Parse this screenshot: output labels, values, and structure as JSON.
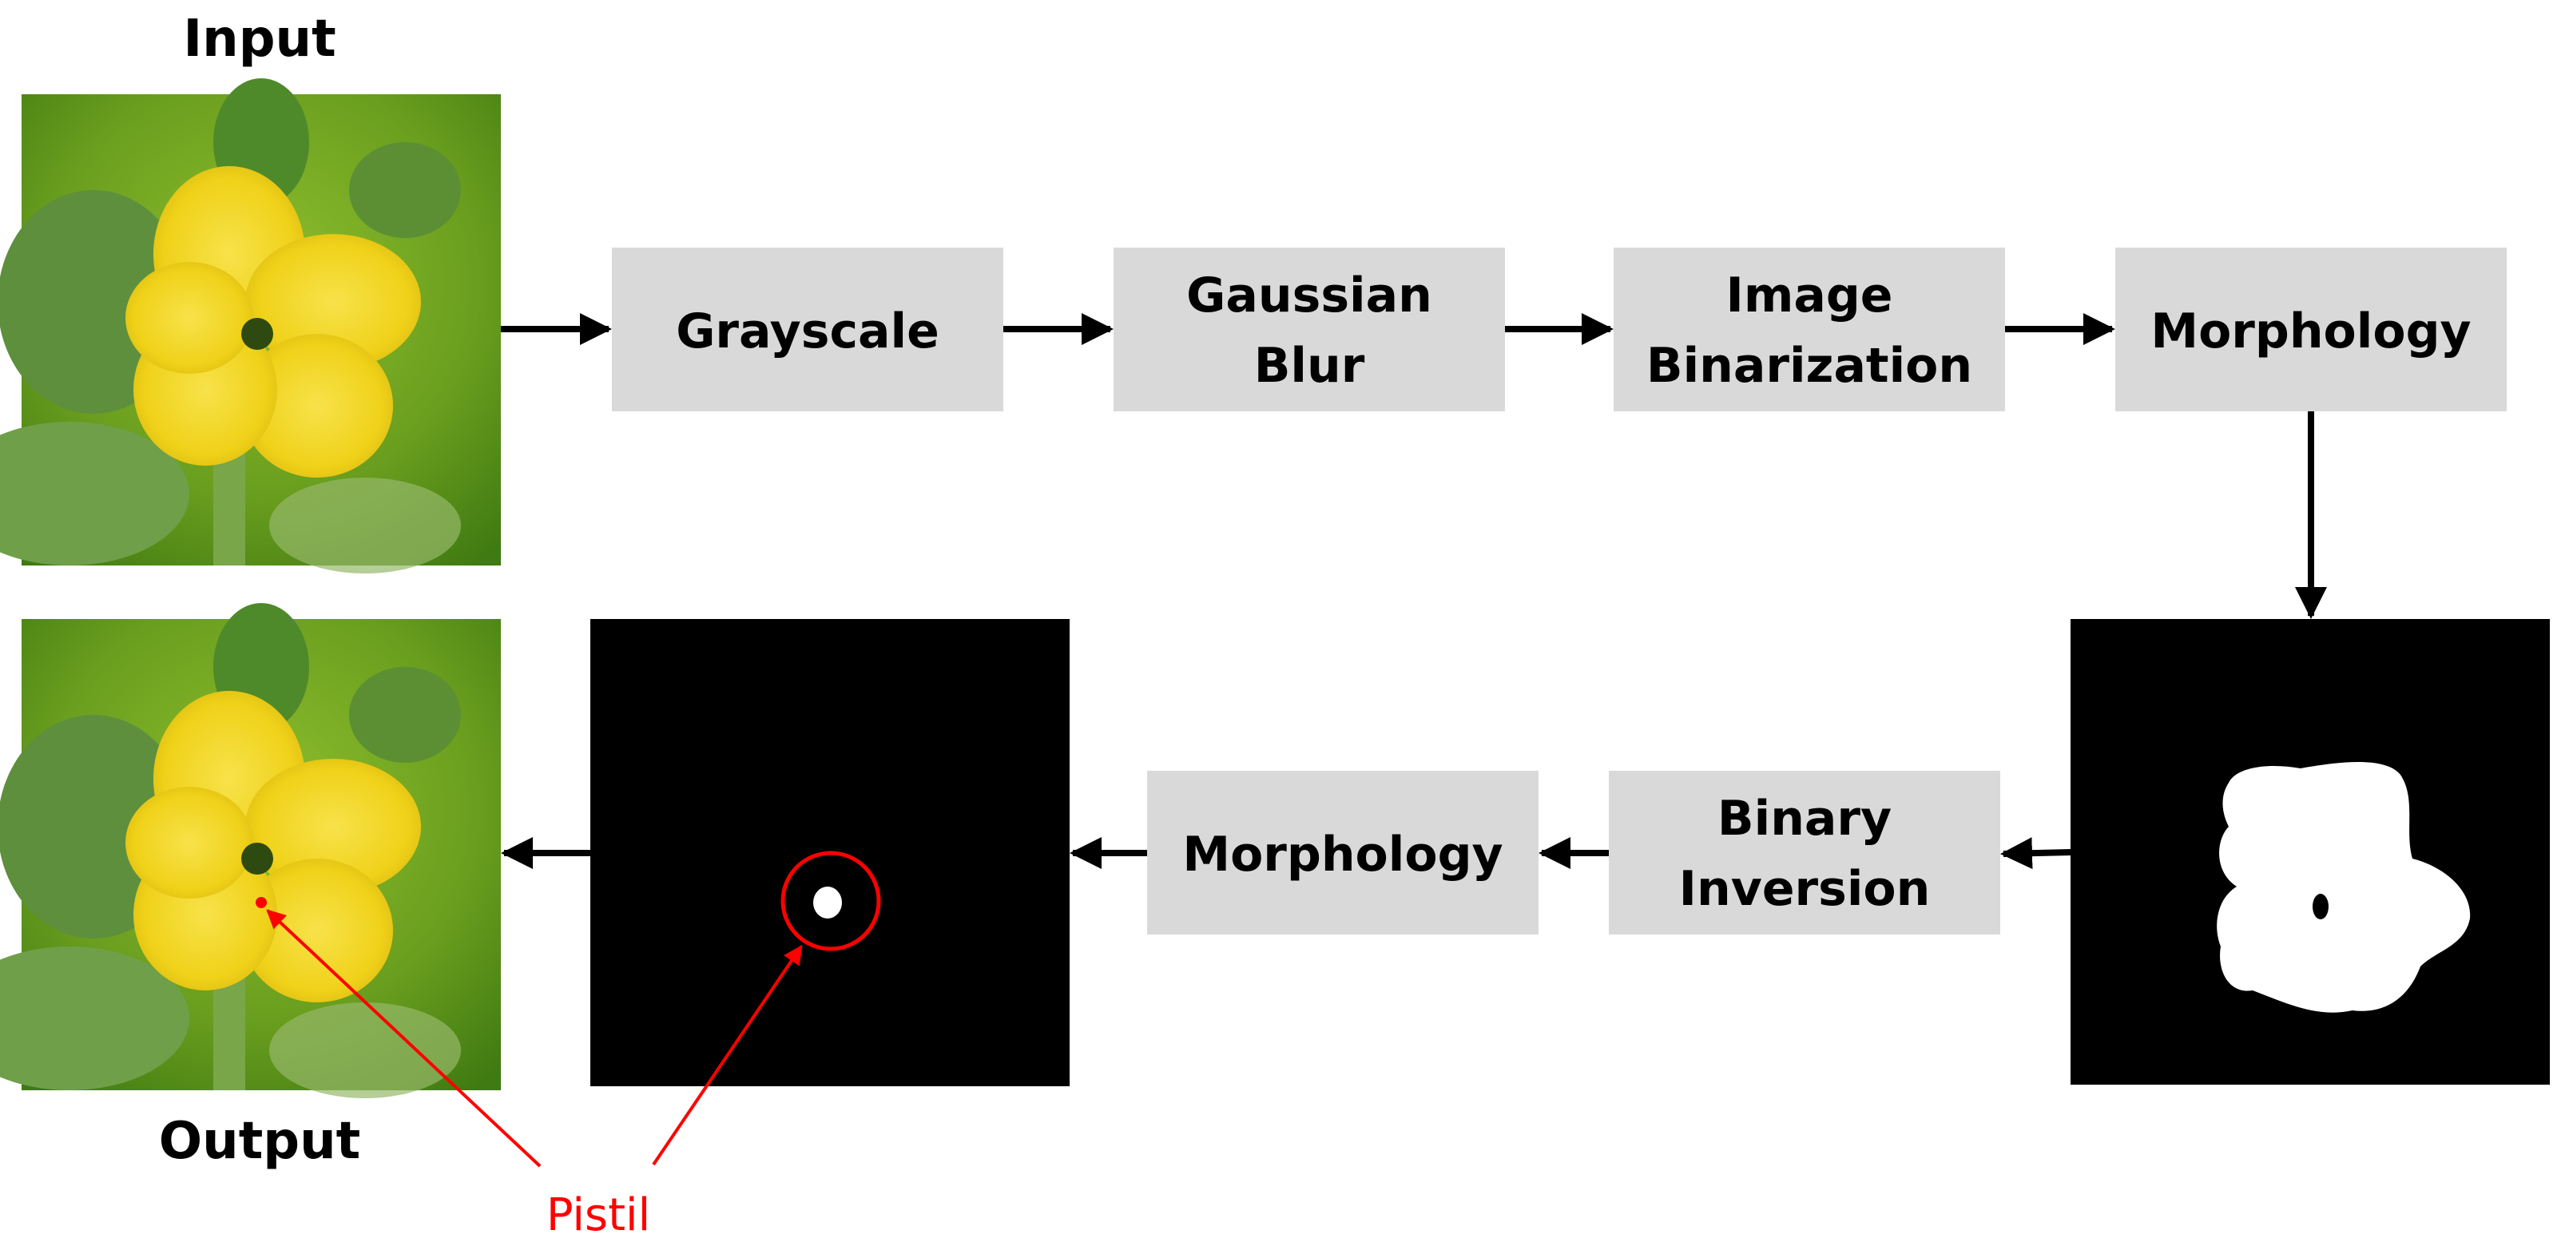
{
  "labels": {
    "input": "Input",
    "output": "Output",
    "pistil": "Pistil"
  },
  "steps": [
    {
      "id": "grayscale",
      "lines": [
        "Grayscale"
      ]
    },
    {
      "id": "gaussian-blur",
      "lines": [
        "Gaussian",
        "Blur"
      ]
    },
    {
      "id": "image-binarization",
      "lines": [
        "Image",
        "Binarization"
      ]
    },
    {
      "id": "morphology-1",
      "lines": [
        "Morphology"
      ]
    },
    {
      "id": "binary-inversion",
      "lines": [
        "Binary",
        "Inversion"
      ]
    },
    {
      "id": "morphology-2",
      "lines": [
        "Morphology"
      ]
    }
  ],
  "images": {
    "input": "photo of yellow flower",
    "output": "photo of yellow flower with pistil marked",
    "binary_mask": "binary mask of flower",
    "pistil_mask": "pistil mask"
  },
  "colors": {
    "box_fill": "#d9d9d9",
    "arrow": "#000000",
    "annotation": "#ff0000",
    "text": "#000000"
  }
}
